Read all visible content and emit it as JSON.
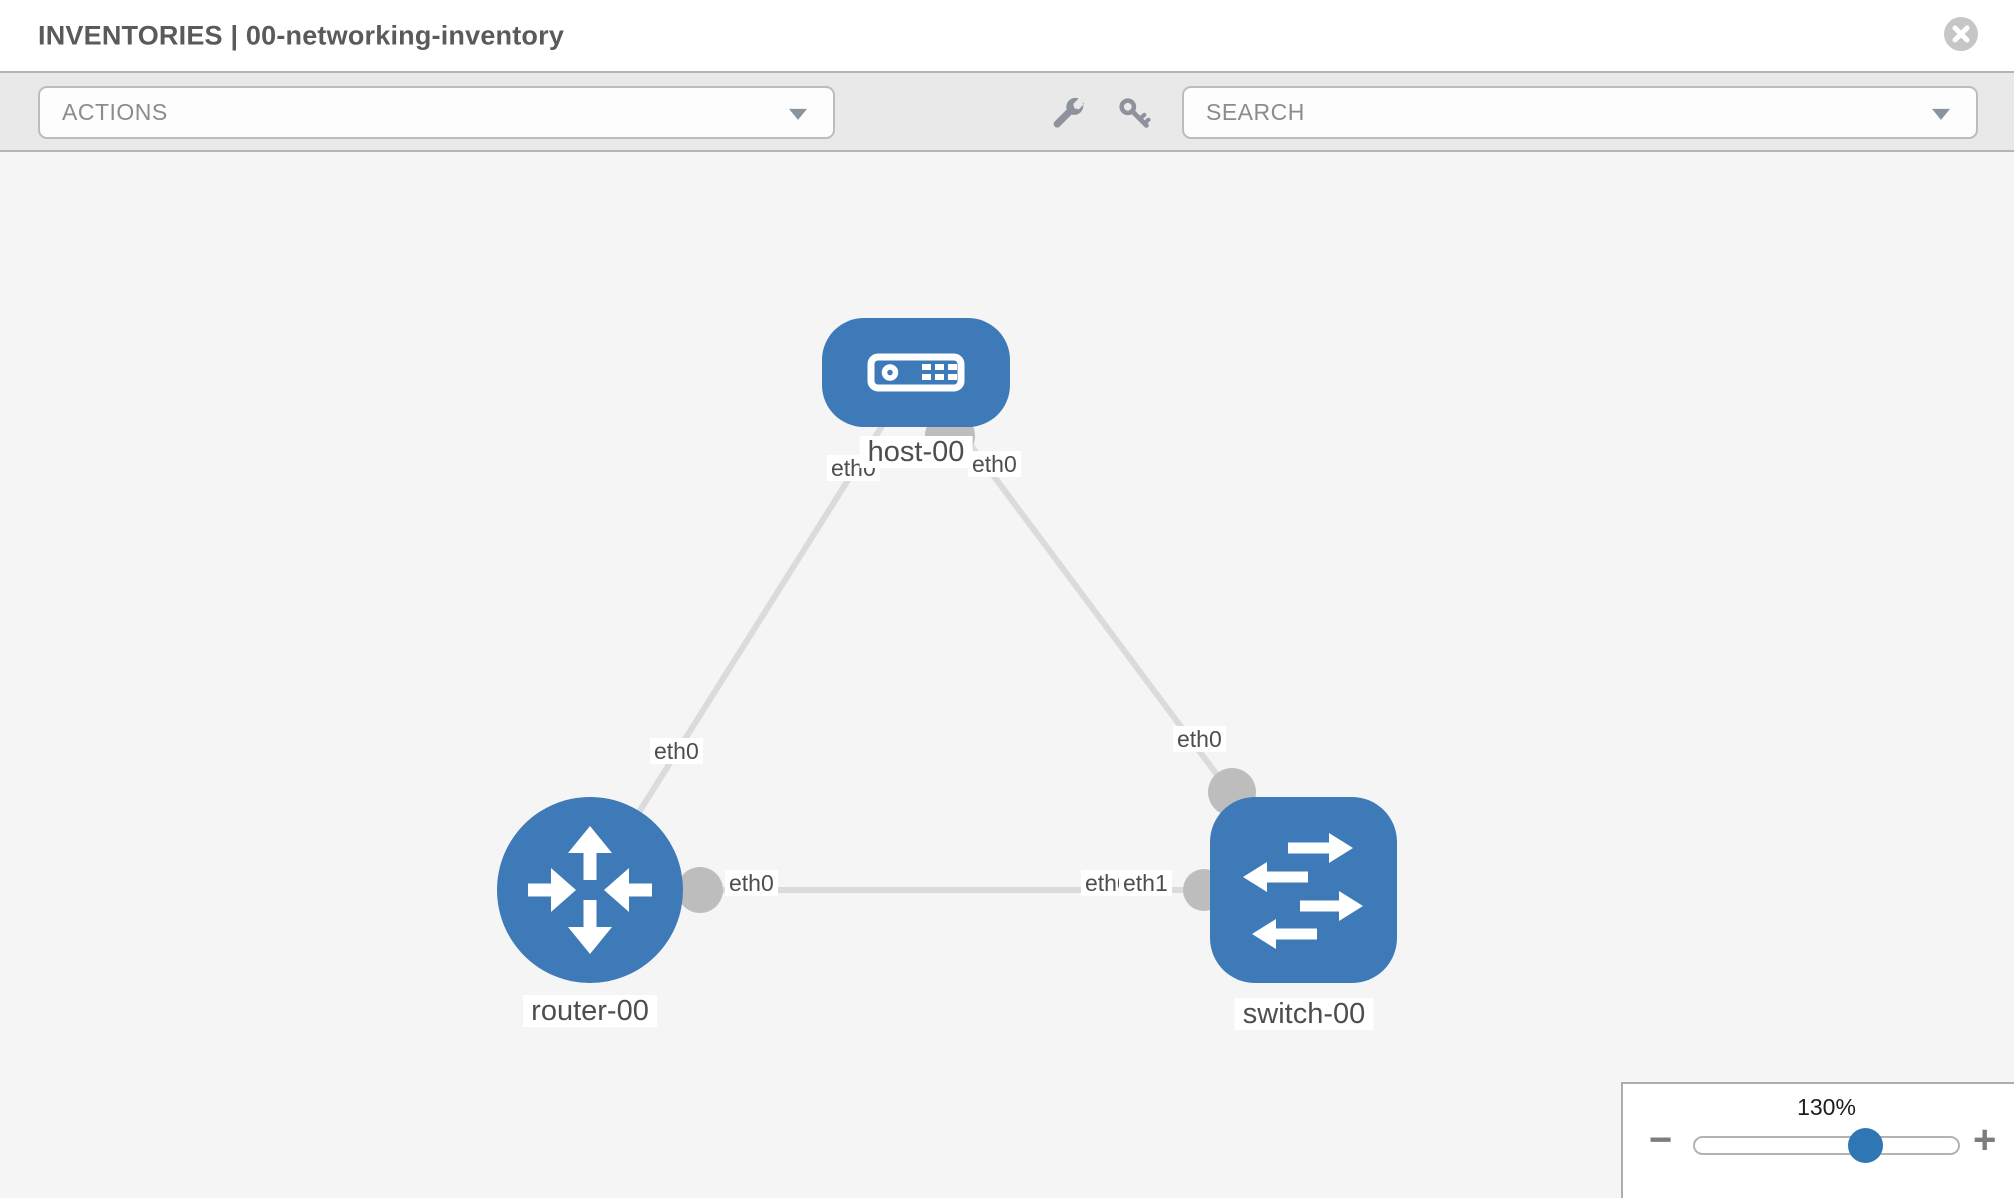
{
  "header": {
    "title": "INVENTORIES | 00-networking-inventory"
  },
  "toolbar": {
    "actions_dropdown": {
      "value": "ACTIONS"
    },
    "tool_icons": [
      "wrench-icon",
      "key-icon"
    ],
    "search_dropdown": {
      "placeholder": "SEARCH"
    }
  },
  "topology": {
    "nodes": [
      {
        "label": "host-00",
        "type": "host"
      },
      {
        "label": "router-00",
        "type": "router"
      },
      {
        "label": "switch-00",
        "type": "switch"
      }
    ],
    "iface_labels": [
      "eth0",
      "eth0",
      "eth0",
      "eth0",
      "eth0",
      "eth0",
      "eth1"
    ],
    "links": [
      {
        "from": "host-00",
        "from_iface": "eth0",
        "to": "router-00",
        "to_iface": "eth0"
      },
      {
        "from": "host-00",
        "from_iface": "eth0",
        "to": "switch-00",
        "to_iface": "eth0"
      },
      {
        "from": "router-00",
        "from_iface": "eth0",
        "to": "switch-00",
        "to_iface": "eth1"
      }
    ]
  },
  "zoom_control": {
    "level": "130%",
    "minus_label": "−",
    "plus_label": "+"
  },
  "colors": {
    "node_fill": "#3d7ab7",
    "link_stroke": "#dbdbdb",
    "connector_fill": "#bdbdbd",
    "canvas_bg": "#f5f5f6",
    "toolbar_bg": "#e9e9e9",
    "slider_thumb": "#2f76b5",
    "label_text": "#4e4e4e"
  }
}
